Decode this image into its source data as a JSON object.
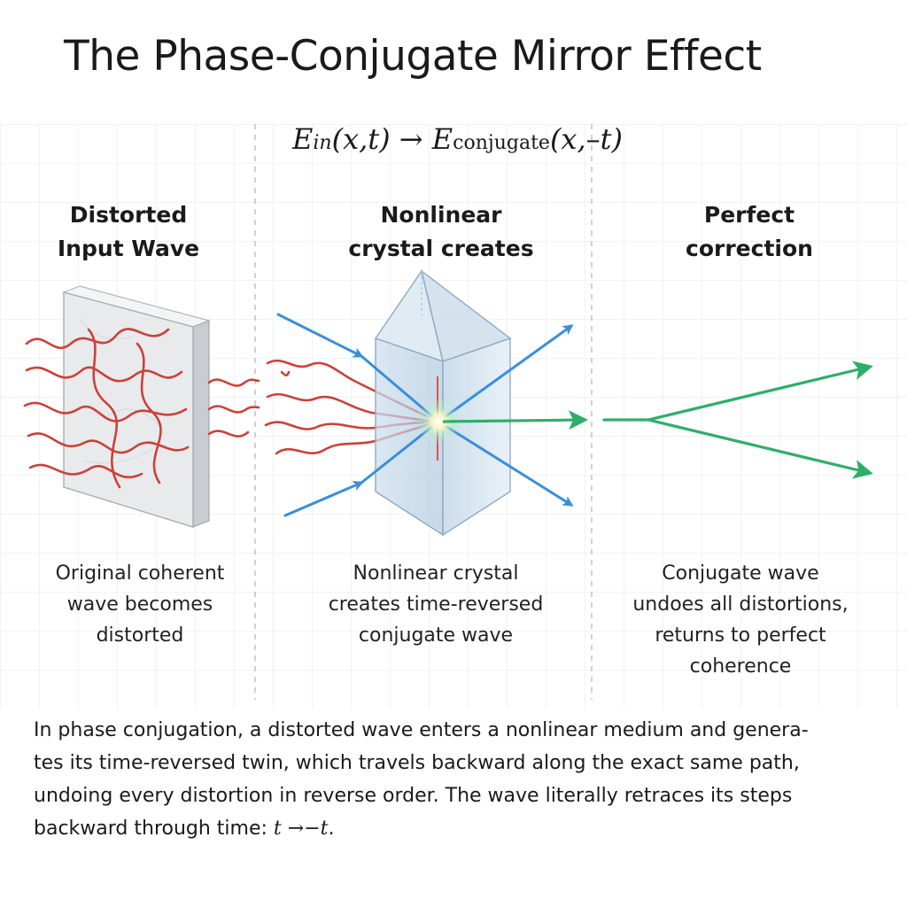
{
  "title": "The Phase-Conjugate Mirror Effect",
  "equation": {
    "lhs_symbol": "E",
    "lhs_sub": "in",
    "lhs_args": "(x,t)",
    "arrow": "→",
    "rhs_symbol": "E",
    "rhs_sub": "conjugate",
    "rhs_args": "(x,–t)"
  },
  "panels": [
    {
      "heading_line1": "Distorted",
      "heading_line2": "Input Wave",
      "caption_lines": [
        "Original coherent",
        "wave becomes",
        "distorted"
      ]
    },
    {
      "heading_line1": "Nonlinear",
      "heading_line2": "crystal creates",
      "caption_lines": [
        "Nonlinear crystal",
        "creates time-reversed",
        "conjugate wave"
      ]
    },
    {
      "heading_line1": "Perfect",
      "heading_line2": "correction",
      "caption_lines": [
        "Conjugate wave",
        "undoes all distortions,",
        "returns to perfect",
        "coherence"
      ]
    }
  ],
  "summary": {
    "lines": [
      "In phase conjugation, a distorted wave enters a nonlinear medium and genera-",
      "tes its time-reversed twin, which travels backward along the exact same path,",
      "undoing every distortion in reverse order. The wave literally retraces its steps"
    ],
    "last_line_text": "backward through time: ",
    "last_line_math": "t →−t",
    "last_line_end": "."
  },
  "colors": {
    "distorted_wave": "#c9423a",
    "pump_beam": "#3a8fd9",
    "conjugate_beam": "#2fae6a",
    "crystal": "#b9d2e4",
    "plate": "#e8eaec"
  }
}
